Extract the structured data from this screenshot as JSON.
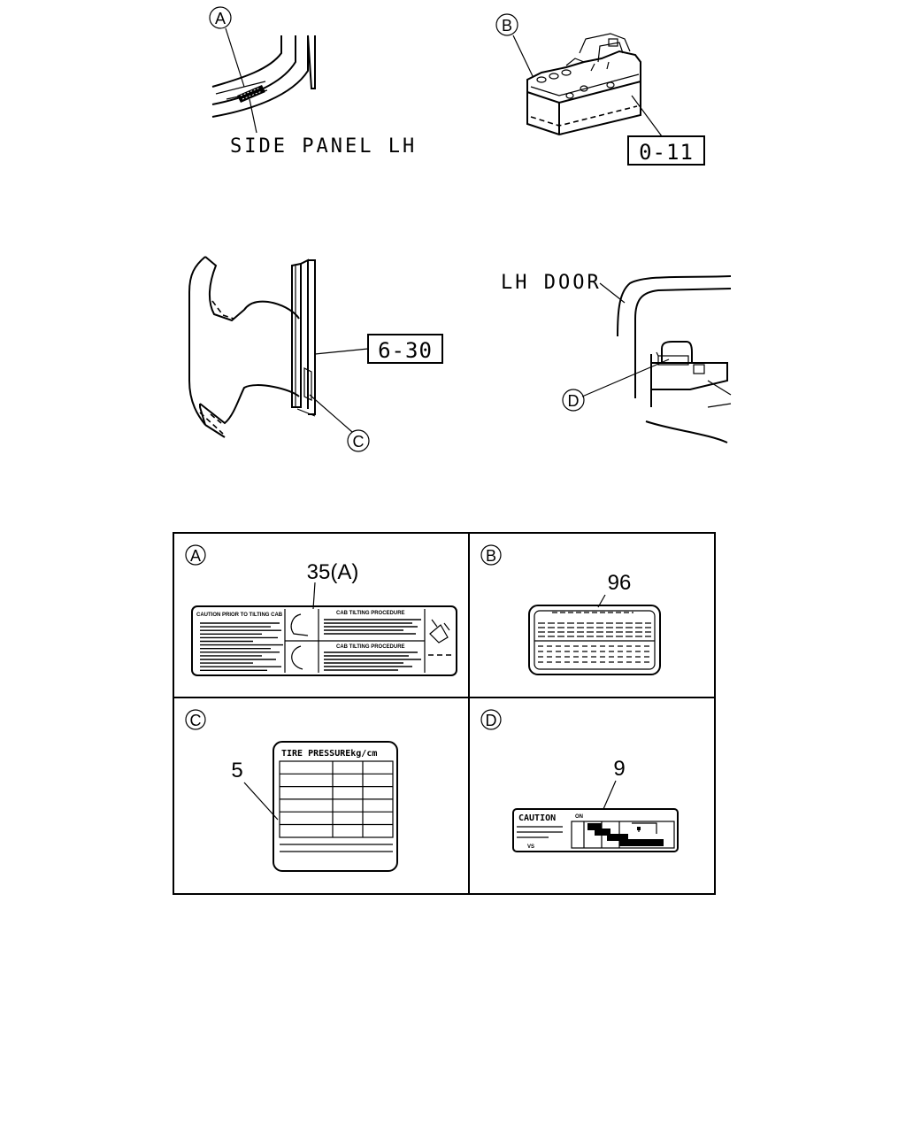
{
  "callouts": {
    "a": "A",
    "b": "B",
    "c": "C",
    "d": "D"
  },
  "labels": {
    "side_panel": "SIDE PANEL LH",
    "lh_door": "LH DOOR"
  },
  "refs": {
    "r1": "0-11",
    "r2": "6-30"
  },
  "panels": {
    "a": {
      "letter": "A",
      "part_no": "35(A)",
      "caution_title": "CAUTION PRIOR TO TILTING CAB",
      "proc_1": "CAB TILTING PROCEDURE",
      "proc_2": "CAB TILTING PROCEDURE"
    },
    "b": {
      "letter": "B",
      "part_no": "96"
    },
    "c": {
      "letter": "C",
      "part_no": "5",
      "header": "TIRE PRESSUREkg/cm"
    },
    "d": {
      "letter": "D",
      "part_no": "9",
      "header": "CAUTION",
      "small_1": "ON",
      "small_2": "VS"
    }
  }
}
